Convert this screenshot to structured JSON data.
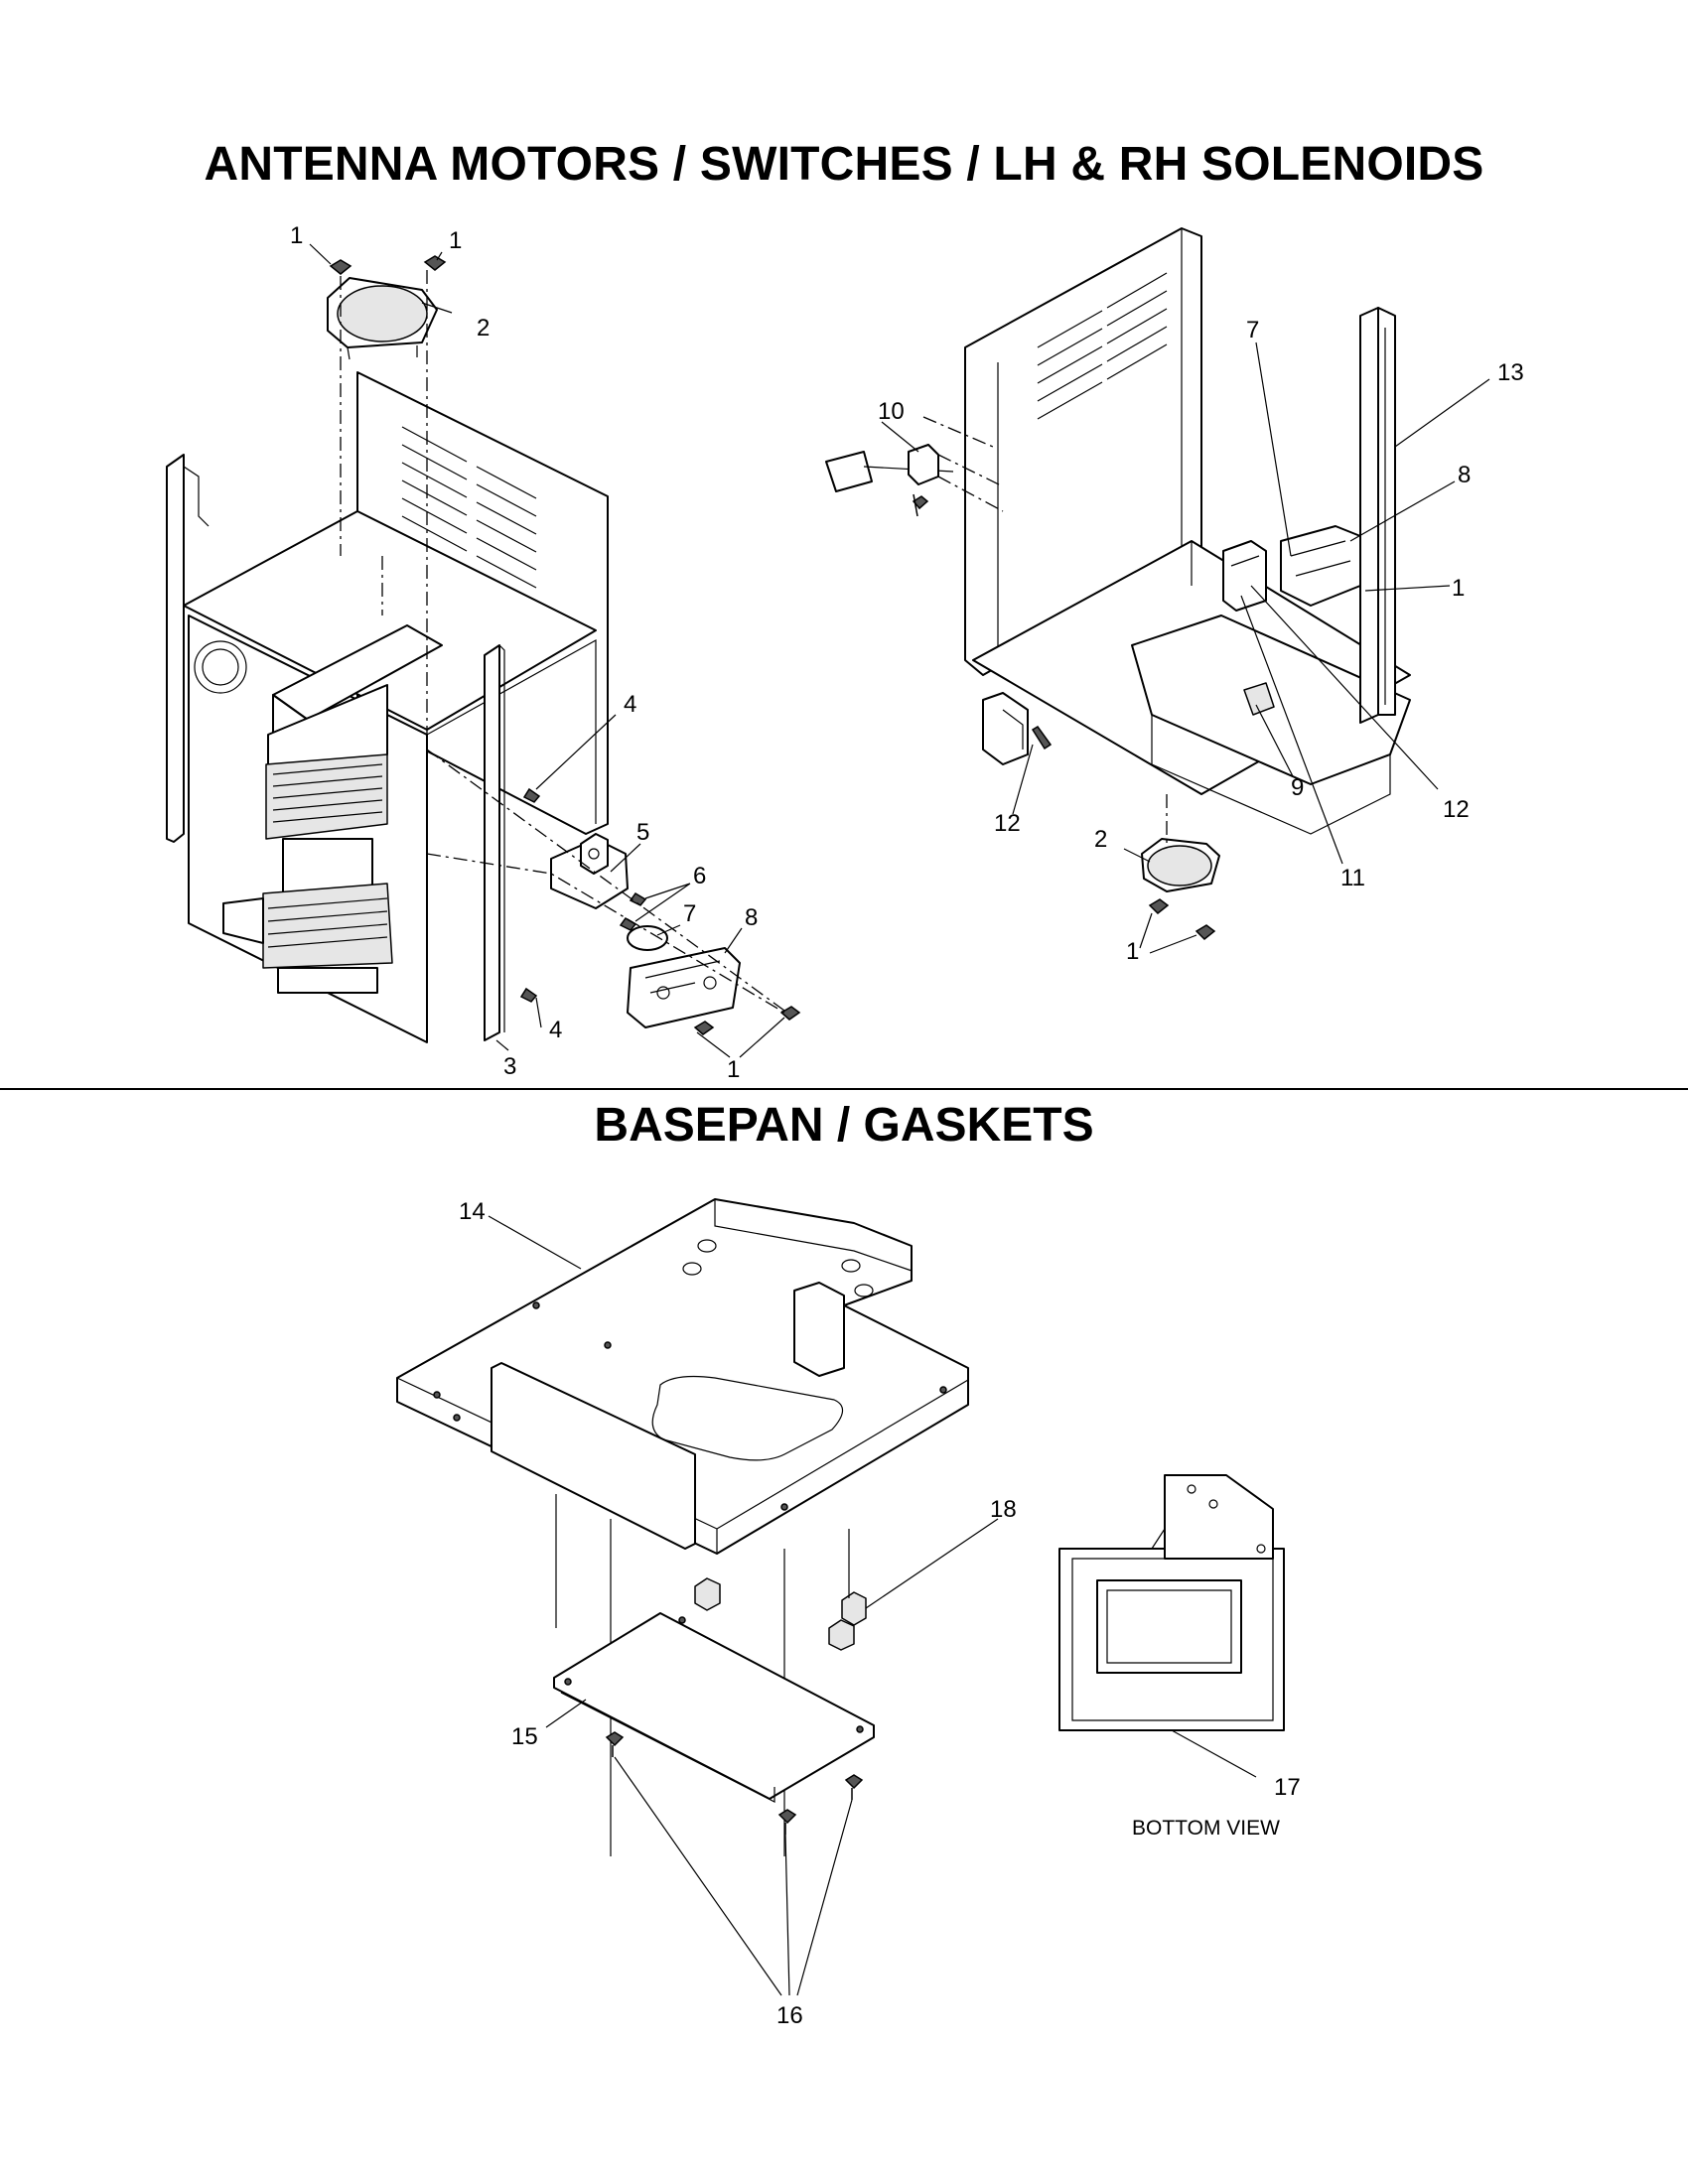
{
  "titles": {
    "top": "ANTENNA MOTORS / SWITCHES / LH & RH SOLENOIDS",
    "bottom": "BASEPAN / GASKETS"
  },
  "callouts": {
    "left": {
      "n1a": "1",
      "n1b": "1",
      "n2": "2",
      "n4a": "4",
      "n5": "5",
      "n6": "6",
      "n7": "7",
      "n8": "8",
      "n4b": "4",
      "n3": "3",
      "n1c": "1"
    },
    "right": {
      "n7": "7",
      "n13": "13",
      "n10": "10",
      "n8": "8",
      "n1a": "1",
      "n9": "9",
      "n12a": "12",
      "n12b": "12",
      "n2": "2",
      "n11": "11",
      "n1b": "1"
    },
    "basepan": {
      "n14": "14",
      "n18": "18",
      "n15": "15",
      "n17": "17",
      "n16": "16"
    }
  },
  "notes": {
    "bottom_view": "BOTTOM VIEW"
  }
}
